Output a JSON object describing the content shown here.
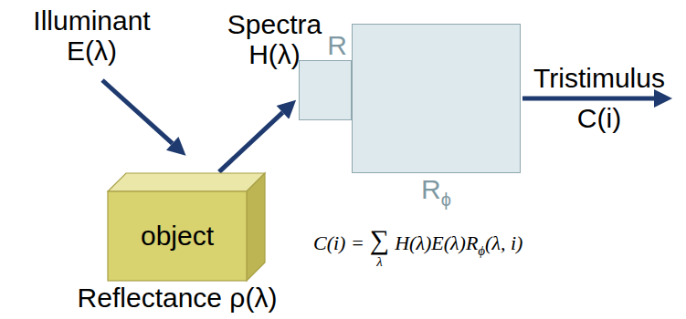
{
  "diagram": {
    "nodes": [
      {
        "text": [
          "object",
          "Reflectance ρ(λ)"
        ]
      },
      {
        "text": [
          "R"
        ]
      },
      {
        "text": [
          "R",
          "ϕ"
        ]
      }
    ],
    "edges": [
      {
        "from": 0,
        "to": 1,
        "arrow": "to",
        "label": "Spectra H(λ)"
      }
    ],
    "labels": [
      "Illuminant E(λ)",
      "Tristimulus C(i)",
      "C(i) =",
      "∑",
      "λ",
      "H(λ)E(λ)R",
      "ϕ",
      "(λ, i)"
    ]
  }
}
